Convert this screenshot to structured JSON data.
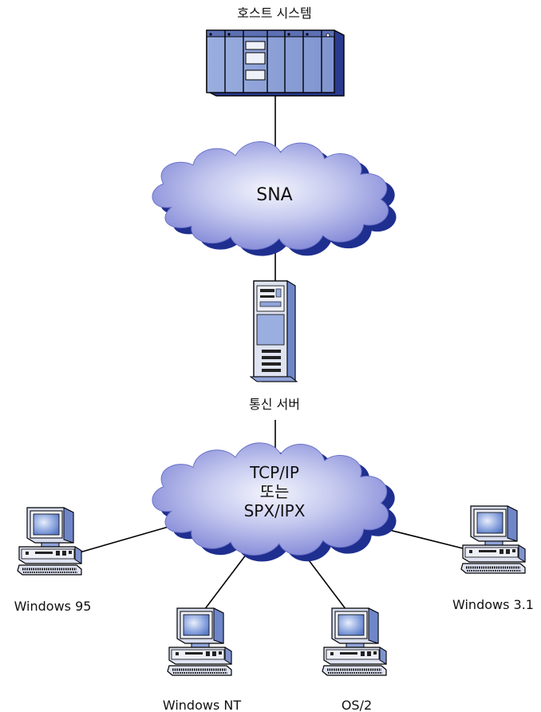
{
  "host": {
    "label": "호스트 시스템"
  },
  "sna_network": {
    "label": "SNA"
  },
  "server": {
    "label": "통신 서버"
  },
  "lan_network": {
    "line1": "TCP/IP",
    "line2": "또는",
    "line3": "SPX/IPX"
  },
  "clients": [
    {
      "label": "Windows 95"
    },
    {
      "label": "Windows NT"
    },
    {
      "label": "OS/2"
    },
    {
      "label": "Windows 3.1"
    }
  ],
  "colors": {
    "cloud_light": "#eef0fb",
    "cloud_dark": "#7f85d6",
    "cloud_shadow": "#1f2f8f",
    "equipment_blue": "#8fa3d9",
    "screen_blue": "#6f8fd6",
    "outline": "#000000"
  }
}
